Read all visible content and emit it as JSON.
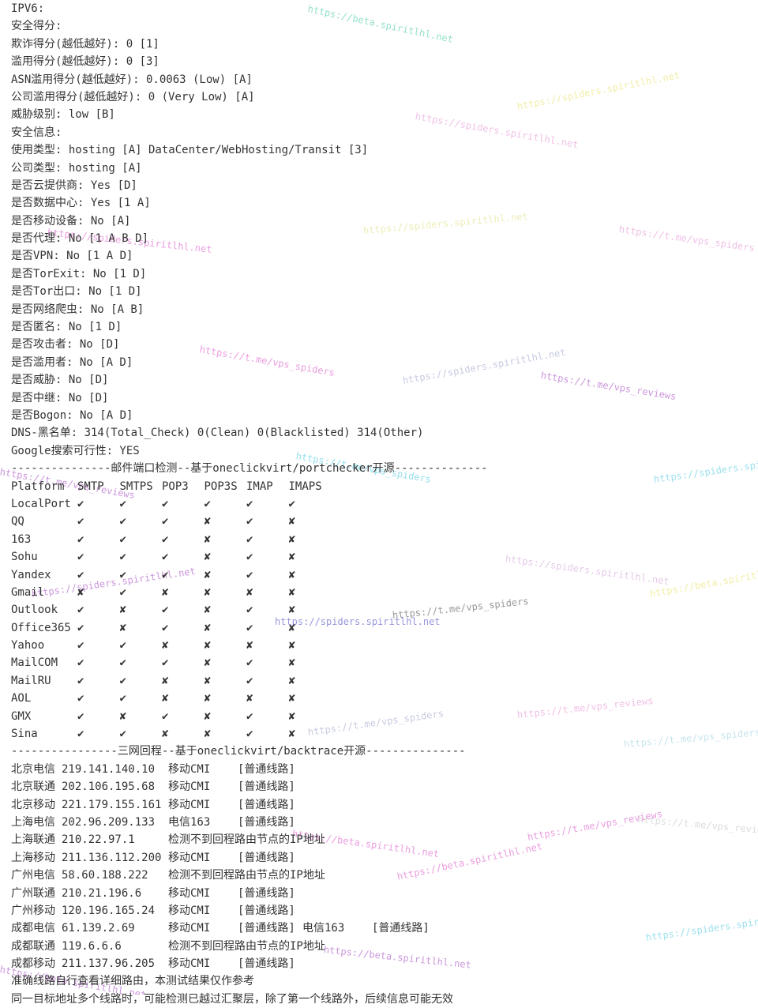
{
  "security": {
    "lines": [
      "IPV6:",
      "安全得分:",
      "欺诈得分(越低越好): 0 [1]",
      "滥用得分(越低越好): 0 [3]",
      "ASN滥用得分(越低越好): 0.0063 (Low) [A]",
      "公司滥用得分(越低越好): 0 (Very Low) [A]",
      "威胁级别: low [B]",
      "安全信息:",
      "使用类型: hosting [A] DataCenter/WebHosting/Transit [3]",
      "公司类型: hosting [A]",
      "是否云提供商: Yes [D]",
      "是否数据中心: Yes [1 A]",
      "是否移动设备: No [A]",
      "是否代理: No [1 A B D]",
      "是否VPN: No [1 A D]",
      "是否TorExit: No [1 D]",
      "是否Tor出口: No [1 D]",
      "是否网络爬虫: No [A B]",
      "是否匿名: No [1 D]",
      "是否攻击者: No [D]",
      "是否滥用者: No [A D]",
      "是否威胁: No [D]",
      "是否中继: No [D]",
      "是否Bogon: No [A D]",
      "DNS-黑名单: 314(Total_Check) 0(Clean) 0(Blacklisted) 314(Other)",
      "Google搜索可行性: YES"
    ]
  },
  "mail_section": {
    "header": "---------------邮件端口检测--基于oneclickvirt/portchecker开源--------------",
    "columns": [
      "Platform",
      "SMTP",
      "SMTPS",
      "POP3",
      "POP3S",
      "IMAP",
      "IMAPS"
    ],
    "rows": [
      {
        "platform": "LocalPort",
        "cells": [
          "✔",
          "✔",
          "✔",
          "✔",
          "✔",
          "✔"
        ]
      },
      {
        "platform": "QQ",
        "cells": [
          "✔",
          "✔",
          "✔",
          "✘",
          "✔",
          "✘"
        ]
      },
      {
        "platform": "163",
        "cells": [
          "✔",
          "✔",
          "✔",
          "✘",
          "✔",
          "✘"
        ]
      },
      {
        "platform": "Sohu",
        "cells": [
          "✔",
          "✔",
          "✔",
          "✘",
          "✔",
          "✘"
        ]
      },
      {
        "platform": "Yandex",
        "cells": [
          "✔",
          "✔",
          "✔",
          "✘",
          "✔",
          "✘"
        ]
      },
      {
        "platform": "Gmail",
        "cells": [
          "✘",
          "✔",
          "✘",
          "✘",
          "✘",
          "✘"
        ]
      },
      {
        "platform": "Outlook",
        "cells": [
          "✔",
          "✘",
          "✔",
          "✘",
          "✔",
          "✘"
        ]
      },
      {
        "platform": "Office365",
        "cells": [
          "✔",
          "✘",
          "✔",
          "✘",
          "✔",
          "✘"
        ]
      },
      {
        "platform": "Yahoo",
        "cells": [
          "✔",
          "✔",
          "✘",
          "✘",
          "✘",
          "✘"
        ]
      },
      {
        "platform": "MailCOM",
        "cells": [
          "✔",
          "✔",
          "✔",
          "✘",
          "✔",
          "✘"
        ]
      },
      {
        "platform": "MailRU",
        "cells": [
          "✔",
          "✔",
          "✘",
          "✘",
          "✔",
          "✘"
        ]
      },
      {
        "platform": "AOL",
        "cells": [
          "✔",
          "✔",
          "✘",
          "✘",
          "✘",
          "✘"
        ]
      },
      {
        "platform": "GMX",
        "cells": [
          "✔",
          "✘",
          "✔",
          "✘",
          "✔",
          "✘"
        ]
      },
      {
        "platform": "Sina",
        "cells": [
          "✔",
          "✔",
          "✘",
          "✘",
          "✔",
          "✘"
        ]
      }
    ]
  },
  "trace_section": {
    "header": "----------------三网回程--基于oneclickvirt/backtrace开源---------------",
    "rows": [
      {
        "city": "北京电信",
        "ip": "219.141.140.10",
        "route": "移动CMI",
        "line": "[普通线路]"
      },
      {
        "city": "北京联通",
        "ip": "202.106.195.68",
        "route": "移动CMI",
        "line": "[普通线路]"
      },
      {
        "city": "北京移动",
        "ip": "221.179.155.161",
        "route": "移动CMI",
        "line": "[普通线路]"
      },
      {
        "city": "上海电信",
        "ip": "202.96.209.133",
        "route": "电信163",
        "line": "[普通线路]"
      },
      {
        "city": "上海联通",
        "ip": "210.22.97.1",
        "route": "检测不到回程路由节点的IP地址",
        "line": ""
      },
      {
        "city": "上海移动",
        "ip": "211.136.112.200",
        "route": "移动CMI",
        "line": "[普通线路]"
      },
      {
        "city": "广州电信",
        "ip": "58.60.188.222",
        "route": "检测不到回程路由节点的IP地址",
        "line": ""
      },
      {
        "city": "广州联通",
        "ip": "210.21.196.6",
        "route": "移动CMI",
        "line": "[普通线路]"
      },
      {
        "city": "广州移动",
        "ip": "120.196.165.24",
        "route": "移动CMI",
        "line": "[普通线路]"
      },
      {
        "city": "成都电信",
        "ip": "61.139.2.69",
        "route": "移动CMI",
        "line": "[普通线路]",
        "extra_route": "电信163",
        "extra_line": "[普通线路]"
      },
      {
        "city": "成都联通",
        "ip": "119.6.6.6",
        "route": "检测不到回程路由节点的IP地址",
        "line": ""
      },
      {
        "city": "成都移动",
        "ip": "211.137.96.205",
        "route": "移动CMI",
        "line": "[普通线路]"
      }
    ],
    "footer": [
      "准确线路自行查看详细路由，本测试结果仅作参考",
      "同一目标地址多个线路时，可能检测已越过汇聚层，除了第一个线路外，后续信息可能无效"
    ]
  },
  "watermarks": [
    {
      "text": "https://beta.spiritlhl.net",
      "color": "#3cc6a0"
    },
    {
      "text": "https://spiders.spiritlhl.net",
      "color": "#e58bd2"
    },
    {
      "text": "https://spiders.spiritlhl.net",
      "color": "#e8e060"
    },
    {
      "text": "https://t.me/vps_spiders",
      "color": "#e58bd2"
    },
    {
      "text": "https://spiders.spiritlhl.net",
      "color": "#d94cc6"
    },
    {
      "text": "https://spiders.spiritlhl.net",
      "color": "#e0e080"
    },
    {
      "text": "https://t.me/vps_spiders",
      "color": "#d94cc6"
    },
    {
      "text": "https://t.me/vps_spiders",
      "color": "#3cc6e0"
    },
    {
      "text": "https://spiders.spiritlhl.net",
      "color": "#9aa0c8"
    },
    {
      "text": "https://t.me/vps_reviews",
      "color": "#a040c0"
    },
    {
      "text": "https://t.me/vps_reviews",
      "color": "#a040c0"
    },
    {
      "text": "https://spiders.spiritlhl.net",
      "color": "#4cc8e0"
    },
    {
      "text": "https://spiders.spiritlhl.net",
      "color": "#4040c0"
    },
    {
      "text": "https://t.me/vps_spiders",
      "color": "#444444"
    },
    {
      "text": "https://spiders.spiritlhl.net",
      "color": "#d0a0d8"
    },
    {
      "text": "https://beta.spiritlhl.net",
      "color": "#e8e060"
    },
    {
      "text": "https://spiders.spiritlhl.net",
      "color": "#a040c0"
    },
    {
      "text": "https://t.me/vps_reviews",
      "color": "#e58bd2"
    },
    {
      "text": "https://t.me/vps_spiders",
      "color": "#9aa0c8"
    },
    {
      "text": "https://t.me/vps_spiders",
      "color": "#9ad0e0"
    },
    {
      "text": "https://beta.spiritlhl.net",
      "color": "#d94cc6"
    },
    {
      "text": "https://beta.spiritlhl.net",
      "color": "#d94cc6"
    },
    {
      "text": "https://t.me/vps_reviews",
      "color": "#d94cc6"
    },
    {
      "text": "https://t.me/vps_reviews",
      "color": "#c0c0c0"
    },
    {
      "text": "https://spiders.spiritlhl.net",
      "color": "#4cc8e0"
    },
    {
      "text": "https://beta.spiritlhl.net",
      "color": "#a040c0"
    },
    {
      "text": "https://beta.spiritlhl.net",
      "color": "#a040c0"
    }
  ]
}
